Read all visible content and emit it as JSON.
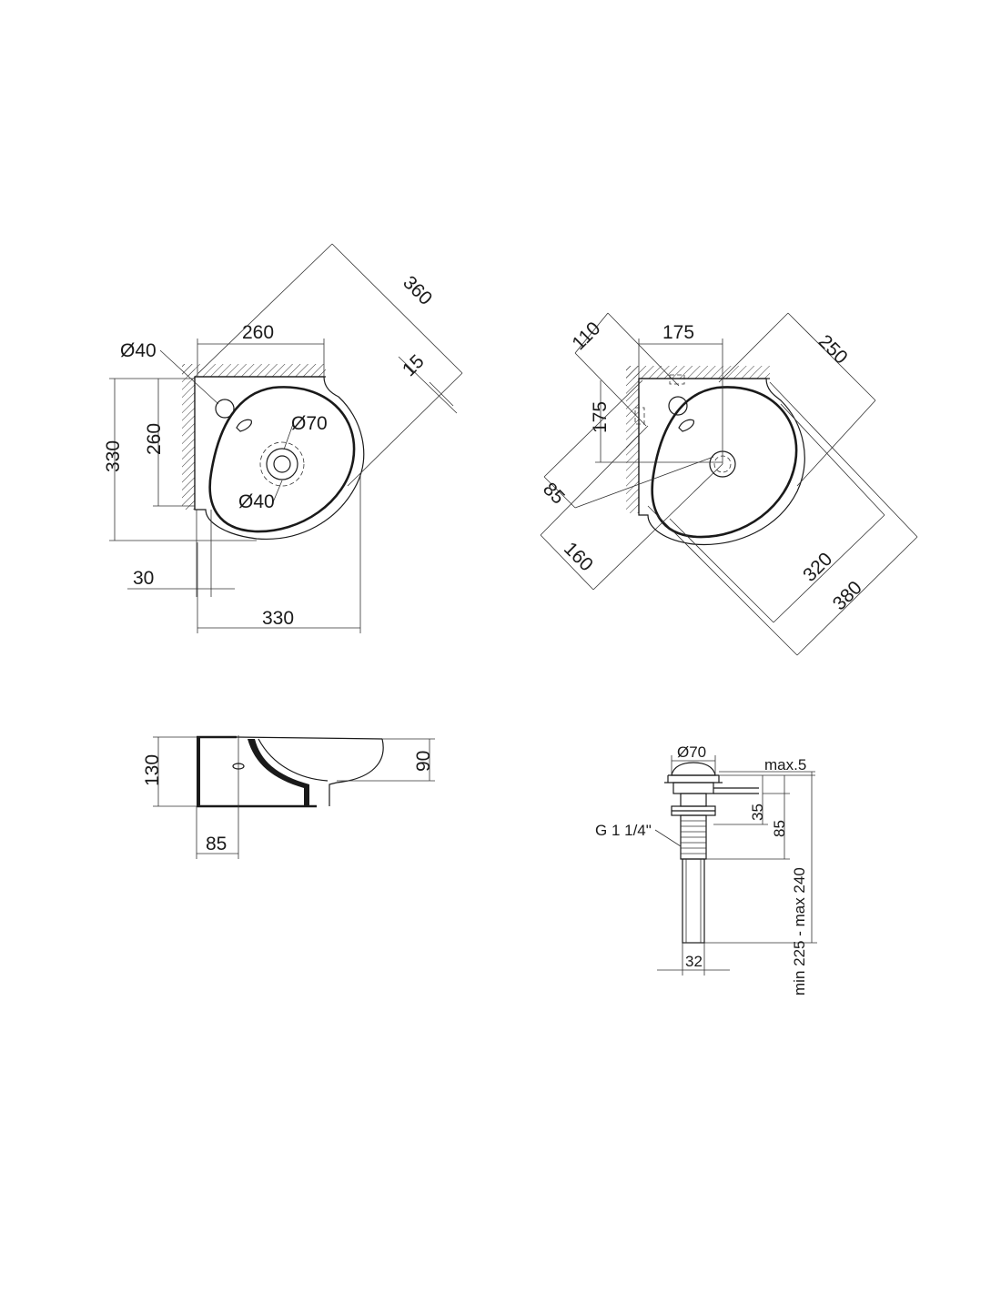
{
  "top_left_view": {
    "dim_hole_tap": "Ø40",
    "dim_width_top": "260",
    "dim_diagonal": "360",
    "dim_offset": "15",
    "dim_drain": "Ø70",
    "dim_height_total": "330",
    "dim_height_inner": "260",
    "dim_drain_hole": "Ø40",
    "dim_gap": "30",
    "dim_width_bottom": "330"
  },
  "top_right_view": {
    "dim_110": "110",
    "dim_175_top": "175",
    "dim_250": "250",
    "dim_175_side": "175",
    "dim_85": "85",
    "dim_160": "160",
    "dim_320": "320",
    "dim_380": "380"
  },
  "side_view": {
    "dim_height": "130",
    "dim_depth": "90",
    "dim_wall": "85"
  },
  "drain_view": {
    "dim_cap": "Ø70",
    "dim_max": "max.5",
    "dim_35": "35",
    "dim_85": "85",
    "dim_range": "min 225 - max 240",
    "dim_thread": "G 1 1/4\"",
    "dim_pipe": "32"
  }
}
